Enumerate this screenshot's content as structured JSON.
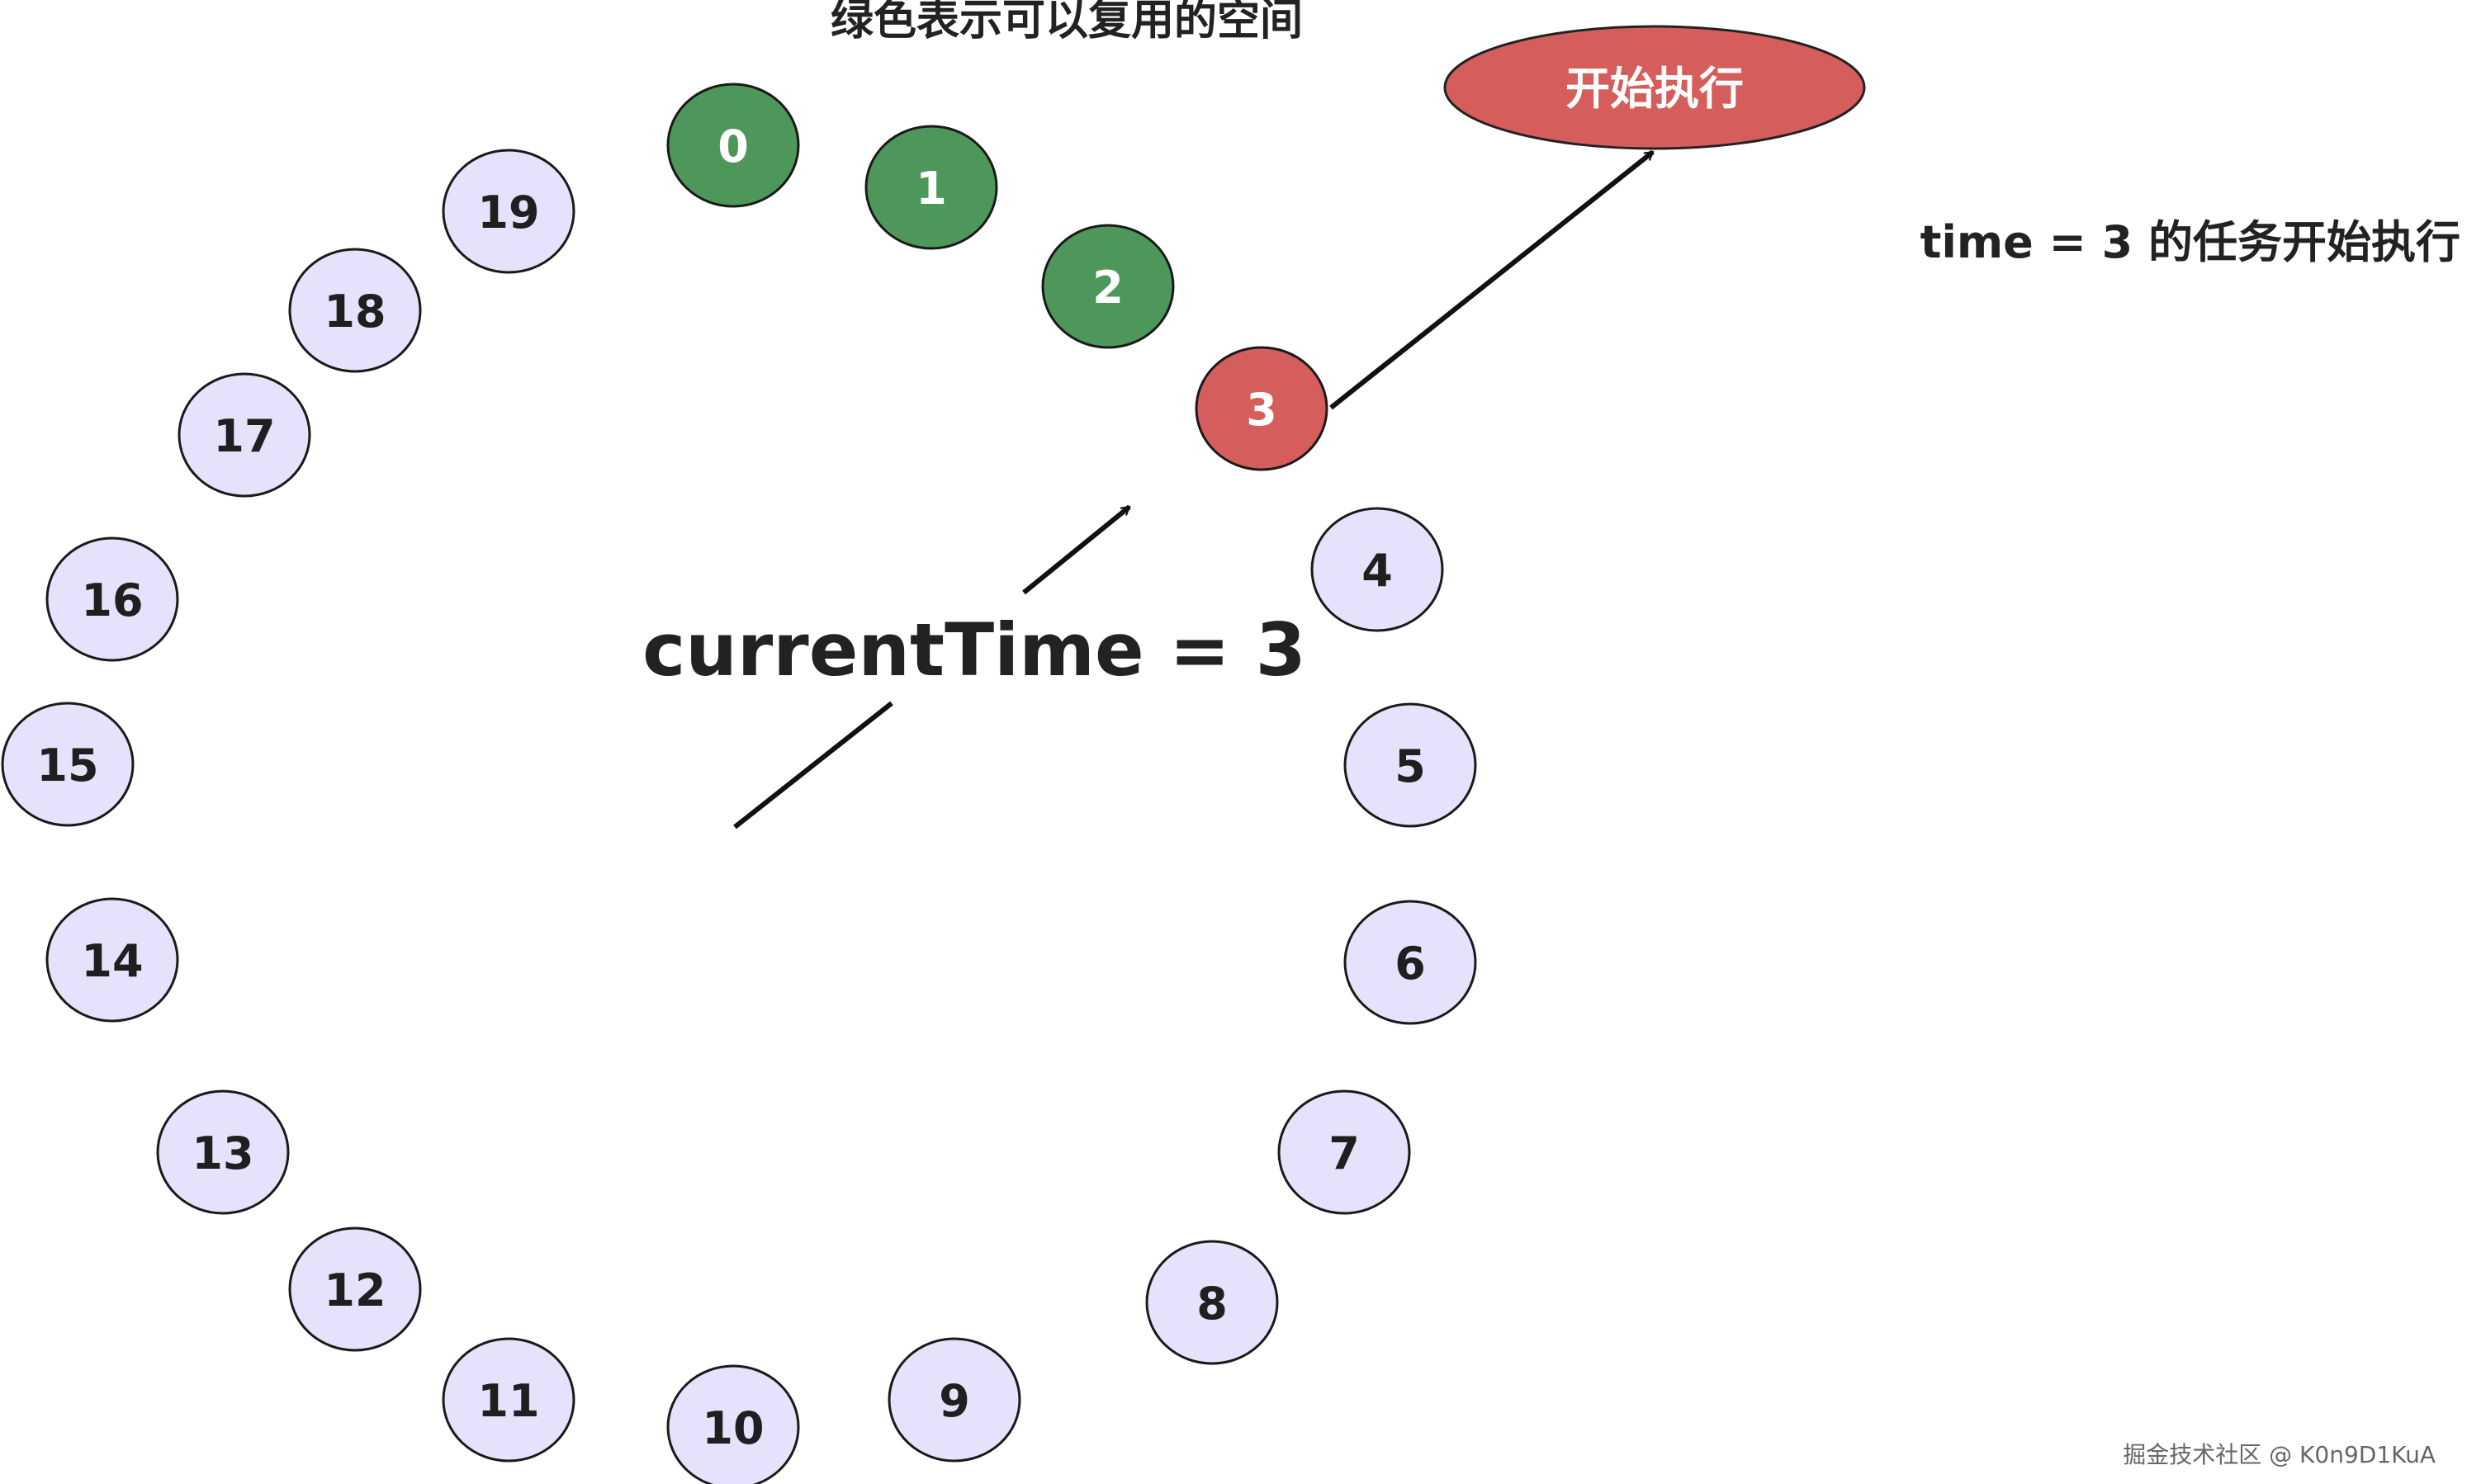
{
  "title": "绿色表示可以复用的空间",
  "start_label": "开始执行",
  "current_time_label": "currentTime = 3",
  "note": "time = 3 的任务开始执行",
  "watermark": "掘金技术社区 @ K0n9D1KuA",
  "colors": {
    "reusable": "#4e975a",
    "current": "#d55d5c",
    "pending": "#e5e2fb",
    "stroke": "#1a1a1a",
    "text_dark": "#1f1f1f",
    "text_light": "#ffffff"
  },
  "nodes": [
    {
      "label": "0",
      "state": "reusable"
    },
    {
      "label": "1",
      "state": "reusable"
    },
    {
      "label": "2",
      "state": "reusable"
    },
    {
      "label": "3",
      "state": "current"
    },
    {
      "label": "4",
      "state": "pending"
    },
    {
      "label": "5",
      "state": "pending"
    },
    {
      "label": "6",
      "state": "pending"
    },
    {
      "label": "7",
      "state": "pending"
    },
    {
      "label": "8",
      "state": "pending"
    },
    {
      "label": "9",
      "state": "pending"
    },
    {
      "label": "10",
      "state": "pending"
    },
    {
      "label": "11",
      "state": "pending"
    },
    {
      "label": "12",
      "state": "pending"
    },
    {
      "label": "13",
      "state": "pending"
    },
    {
      "label": "14",
      "state": "pending"
    },
    {
      "label": "15",
      "state": "pending"
    },
    {
      "label": "16",
      "state": "pending"
    },
    {
      "label": "17",
      "state": "pending"
    },
    {
      "label": "18",
      "state": "pending"
    },
    {
      "label": "19",
      "state": "pending"
    }
  ]
}
